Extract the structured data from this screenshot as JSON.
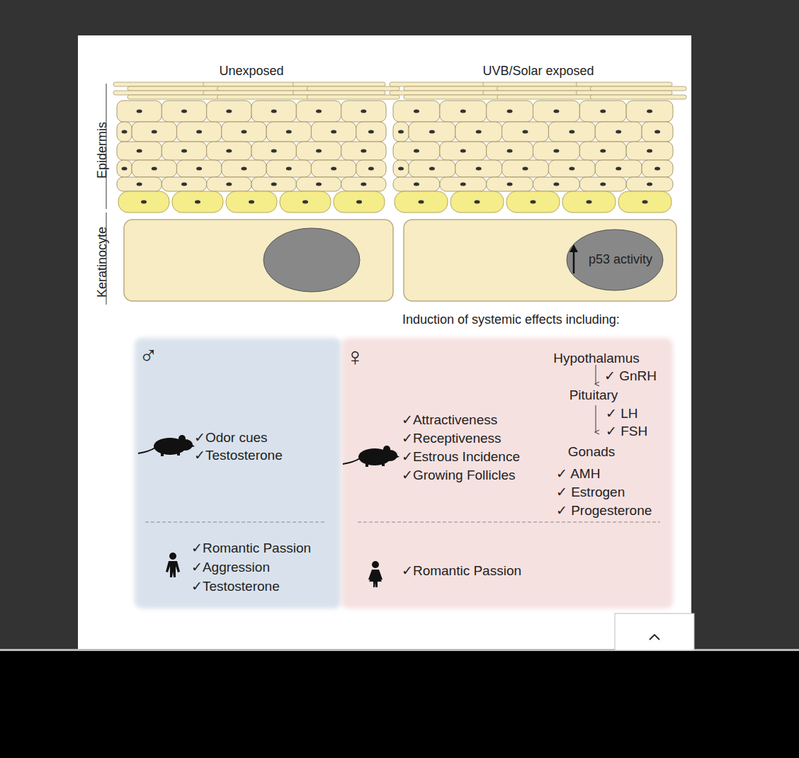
{
  "diagram": {
    "nodes": [
      {
        "text": [
          "p53 activity"
        ]
      },
      {
        "text": [
          "♂",
          "✓Odor cues",
          "✓Testosterone",
          "✓Romantic Passion",
          "✓Aggression",
          "✓Testosterone"
        ]
      },
      {
        "text": [
          "♀",
          "✓Attractiveness",
          "✓Receptiveness",
          "✓Estrous Incidence",
          "✓Growing Follicles",
          "Hypothalamus",
          "✓ GnRH",
          "Pituitary",
          "✓ LH",
          "✓ FSH",
          "Gonads",
          "✓ AMH",
          "✓ Estrogen",
          "✓ Progesterone",
          "✓Romantic Passion"
        ]
      }
    ],
    "labels": [
      "Unexposed",
      "UVB/Solar exposed",
      "Epidermis",
      "Keratinocyte",
      "Induction of systemic effects including:"
    ]
  }
}
